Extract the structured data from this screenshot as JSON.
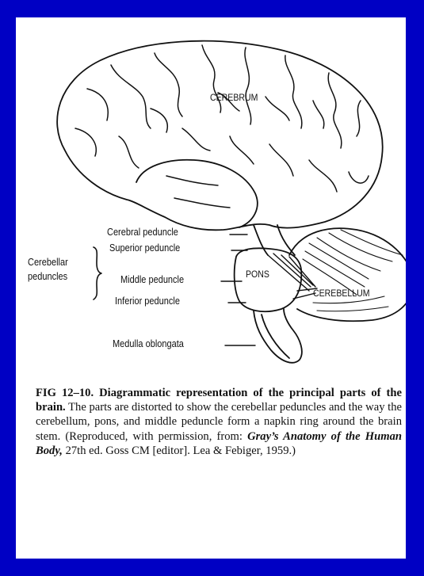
{
  "figure": {
    "labels": {
      "cerebrum": "CEREBRUM",
      "cerebral_peduncle": "Cerebral peduncle",
      "superior_peduncle": "Superior peduncle",
      "middle_peduncle": "Middle peduncle",
      "inferior_peduncle": "Inferior peduncle",
      "cerebellar_peduncles_line1": "Cerebellar",
      "cerebellar_peduncles_line2": "peduncles",
      "pons": "PONS",
      "cerebellum": "CEREBELLUM",
      "medulla": "Medulla oblongata"
    }
  },
  "caption": {
    "fig_number": "FIG 12–10.",
    "title": "Diagrammatic representation of the principal parts of the brain.",
    "body": "The parts are distorted to show the cerebellar peduncles and the way the cerebellum, pons, and middle peduncle form a napkin ring around the brain stem. (Reproduced, with permission, from:",
    "source_title": "Gray’s Anatomy of the Human Body,",
    "source_rest": "27th ed. Goss CM [editor]. Lea & Febiger, 1959.)"
  },
  "colors": {
    "background": "#0000c4",
    "slide": "#ffffff",
    "ink": "#111111"
  }
}
